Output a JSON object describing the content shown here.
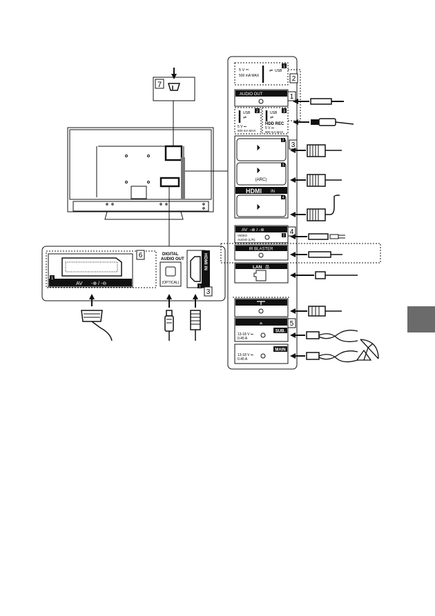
{
  "callouts": {
    "n1": "1",
    "n2": "2",
    "n3": "3",
    "n4": "4",
    "n5": "5",
    "n6": "6",
    "n7": "7"
  },
  "panel": {
    "usb1": {
      "badge": "1",
      "spec": "5 V ⎓",
      "current": "500 mA MAX",
      "label": "USB"
    },
    "audio_out": "AUDIO OUT",
    "usb2": {
      "badge": "2",
      "label": "USB",
      "spec": "5 V ⎓",
      "current": "500 mA MAX"
    },
    "usb3": {
      "badge": "3",
      "label": "USB",
      "sub": "HDD REC",
      "spec": "5 V ⎓",
      "current": "900 mA MAX"
    },
    "hdmi": {
      "badge2": "2",
      "badge3": "3",
      "arc": "(ARC)",
      "logo": "HDMI",
      "in": "IN",
      "badge4": "4"
    },
    "av": {
      "title": "AV",
      "badge": "2",
      "line1": "VIDEO",
      "line2": "AUDIO (L/R)"
    },
    "ir_blaster": "IR BLASTER",
    "lan": "LAN",
    "sat": {
      "sub_label": "SUB.",
      "main_label": "MAIN",
      "spec": "13-18 V ⎓",
      "current": "0.45 A"
    }
  },
  "bottom": {
    "scart": {
      "badge": "1",
      "label": "AV"
    },
    "optical": {
      "line1": "DIGITAL",
      "line2": "AUDIO OUT",
      "port": "(OPTICAL)"
    },
    "hdmi": {
      "label": "HDMI IN",
      "badge": "1"
    }
  }
}
